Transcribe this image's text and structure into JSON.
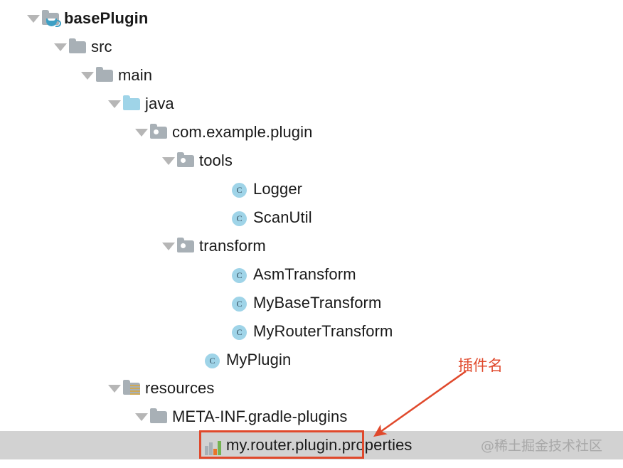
{
  "tree": {
    "rows": [
      {
        "label": "basePlugin",
        "icon": "folder-java-icon",
        "indent": 0,
        "expanded": true,
        "bold": true,
        "selected": false
      },
      {
        "label": "src",
        "icon": "folder-icon",
        "indent": 1,
        "expanded": true,
        "bold": false,
        "selected": false
      },
      {
        "label": "main",
        "icon": "folder-icon",
        "indent": 2,
        "expanded": true,
        "bold": false,
        "selected": false
      },
      {
        "label": "java",
        "icon": "folder-source-icon",
        "indent": 3,
        "expanded": true,
        "bold": false,
        "selected": false
      },
      {
        "label": "com.example.plugin",
        "icon": "package-icon",
        "indent": 4,
        "expanded": true,
        "bold": false,
        "selected": false
      },
      {
        "label": "tools",
        "icon": "package-icon",
        "indent": 5,
        "expanded": true,
        "bold": false,
        "selected": false
      },
      {
        "label": "Logger",
        "icon": "class-icon",
        "indent": 7,
        "expanded": false,
        "bold": false,
        "selected": false
      },
      {
        "label": "ScanUtil",
        "icon": "class-icon",
        "indent": 7,
        "expanded": false,
        "bold": false,
        "selected": false
      },
      {
        "label": "transform",
        "icon": "package-icon",
        "indent": 5,
        "expanded": true,
        "bold": false,
        "selected": false
      },
      {
        "label": "AsmTransform",
        "icon": "class-icon",
        "indent": 7,
        "expanded": false,
        "bold": false,
        "selected": false
      },
      {
        "label": "MyBaseTransform",
        "icon": "class-icon",
        "indent": 7,
        "expanded": false,
        "bold": false,
        "selected": false
      },
      {
        "label": "MyRouterTransform",
        "icon": "class-icon",
        "indent": 7,
        "expanded": false,
        "bold": false,
        "selected": false
      },
      {
        "label": "MyPlugin",
        "icon": "class-icon",
        "indent": 6,
        "expanded": false,
        "bold": false,
        "selected": false
      },
      {
        "label": "resources",
        "icon": "folder-resources-icon",
        "indent": 3,
        "expanded": true,
        "bold": false,
        "selected": false
      },
      {
        "label": "META-INF.gradle-plugins",
        "icon": "folder-icon",
        "indent": 4,
        "expanded": true,
        "bold": false,
        "selected": false
      },
      {
        "label": "my.router.plugin.properties",
        "icon": "properties-file-icon",
        "indent": 6,
        "expanded": false,
        "bold": false,
        "selected": true
      }
    ]
  },
  "annotation": {
    "callout_text": "插件名",
    "callout_color": "#e0492c",
    "highlight_color": "#e0492c"
  },
  "watermark": {
    "text": "@稀土掘金技术社区"
  },
  "colors": {
    "selection_background": "#d2d2d2",
    "folder_gray": "#a8b0b6",
    "folder_blue": "#9fd4e8",
    "class_blue": "#9fd4e8",
    "resources_tan": "#cfa955",
    "text": "#1a1a1a"
  }
}
